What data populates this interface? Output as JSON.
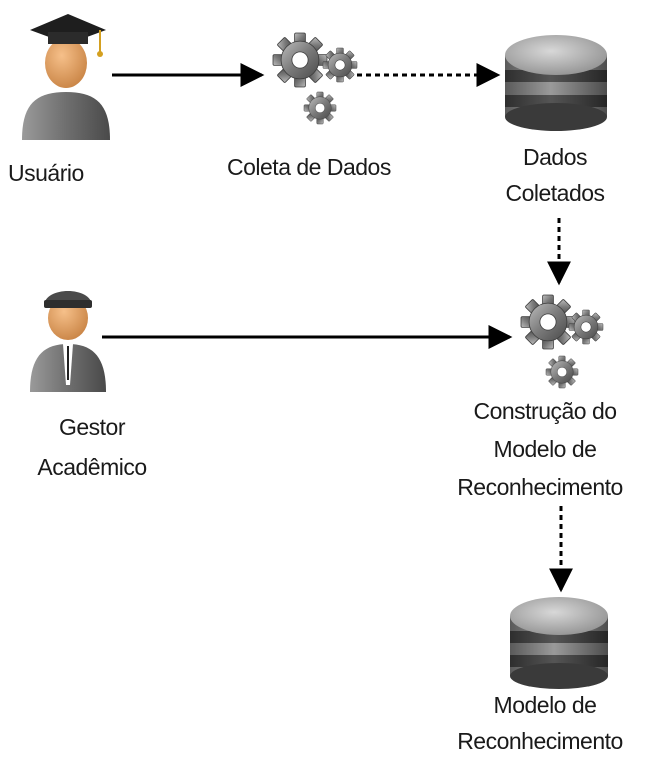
{
  "nodes": {
    "usuario": {
      "label": "Usuário",
      "icon": "graduate-user-icon"
    },
    "coleta": {
      "label": "Coleta de Dados",
      "icon": "gears-icon"
    },
    "dados_coletados": {
      "label_line1": "Dados",
      "label_line2": "Coletados",
      "icon": "database-icon"
    },
    "gestor": {
      "label_line1": "Gestor",
      "label_line2": "Acadêmico",
      "icon": "officer-user-icon"
    },
    "construcao": {
      "label_line1": "Construção do",
      "label_line2": "Modelo de",
      "label_line3": "Reconhecimento",
      "icon": "gears-icon"
    },
    "modelo": {
      "label_line1": "Modelo de",
      "label_line2": "Reconhecimento",
      "icon": "database-icon"
    }
  },
  "edges": [
    {
      "from": "usuario",
      "to": "coleta",
      "style": "solid"
    },
    {
      "from": "coleta",
      "to": "dados_coletados",
      "style": "dashed"
    },
    {
      "from": "dados_coletados",
      "to": "construcao",
      "style": "dashed"
    },
    {
      "from": "gestor",
      "to": "construcao",
      "style": "solid"
    },
    {
      "from": "construcao",
      "to": "modelo",
      "style": "dashed"
    }
  ],
  "colors": {
    "arrow": "#000000",
    "gear": "#6e6e6e",
    "database": "#8a8a8a",
    "skin": "#e9a66a",
    "body": "#7d7d7d"
  }
}
